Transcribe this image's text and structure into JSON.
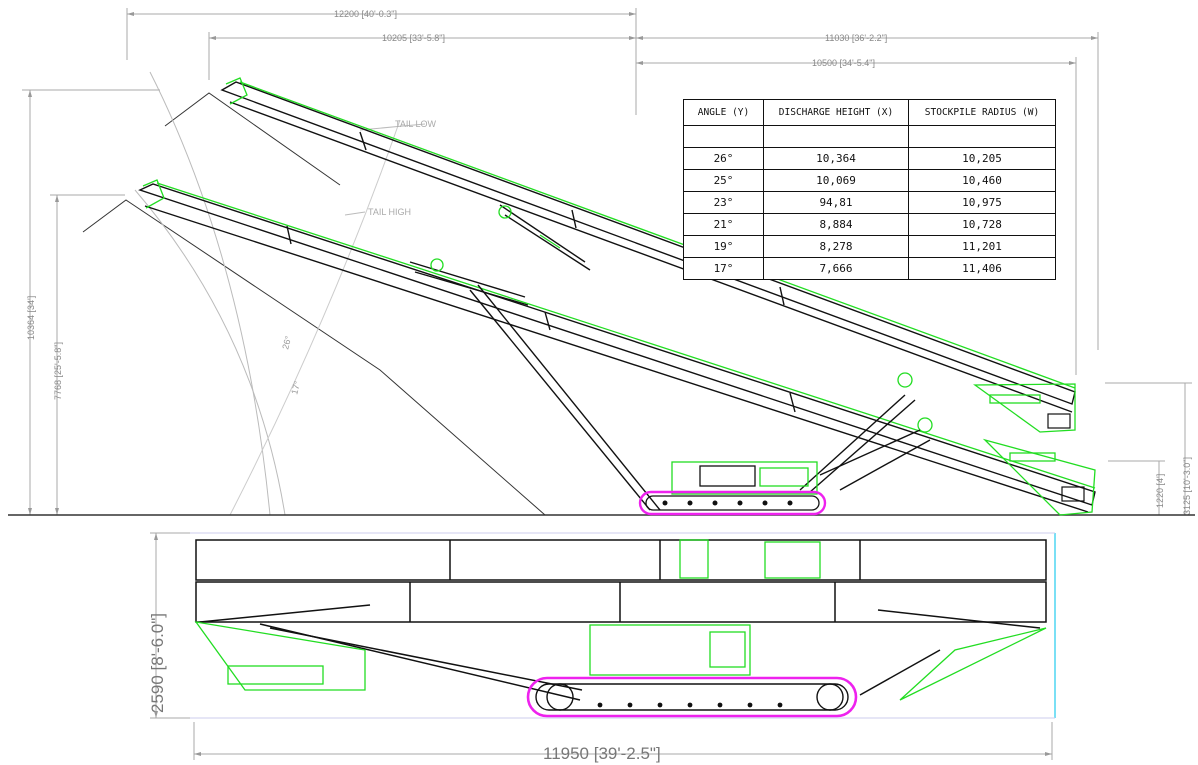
{
  "dimensions": {
    "top_overall": "12200 [40'-0.3\"]",
    "top_radius_max": "10205 [33'-5.8\"]",
    "right_upper": "11030 [36'-2.2\"]",
    "right_lower": "10500 [34'-5.4\"]",
    "left_height_max": "10364 [34']",
    "left_height_min": "7768 [25'-5.8\"]",
    "right_tail_height": "3125 [10'-3.0\"]",
    "right_small": "1220 [4']",
    "plan_width": "2590 [8'-6.0\"]",
    "plan_length": "11950 [39'-2.5\"]"
  },
  "labels": {
    "tail_low": "TAIL LOW",
    "tail_high": "TAIL HIGH",
    "angle_high": "26°",
    "angle_low": "17°"
  },
  "table": {
    "headers": [
      "ANGLE (Y)",
      "DISCHARGE HEIGHT (X)",
      "STOCKPILE RADIUS (W)"
    ],
    "rows": [
      [
        "26°",
        "10,364",
        "10,205"
      ],
      [
        "25°",
        "10,069",
        "10,460"
      ],
      [
        "23°",
        "94,81",
        "10,975"
      ],
      [
        "21°",
        "8,884",
        "10,728"
      ],
      [
        "19°",
        "8,278",
        "11,201"
      ],
      [
        "17°",
        "7,666",
        "11,406"
      ]
    ]
  },
  "colors": {
    "outline": "#111111",
    "green": "#22dd22",
    "magenta": "#ee22ee",
    "dimension": "#999999"
  }
}
